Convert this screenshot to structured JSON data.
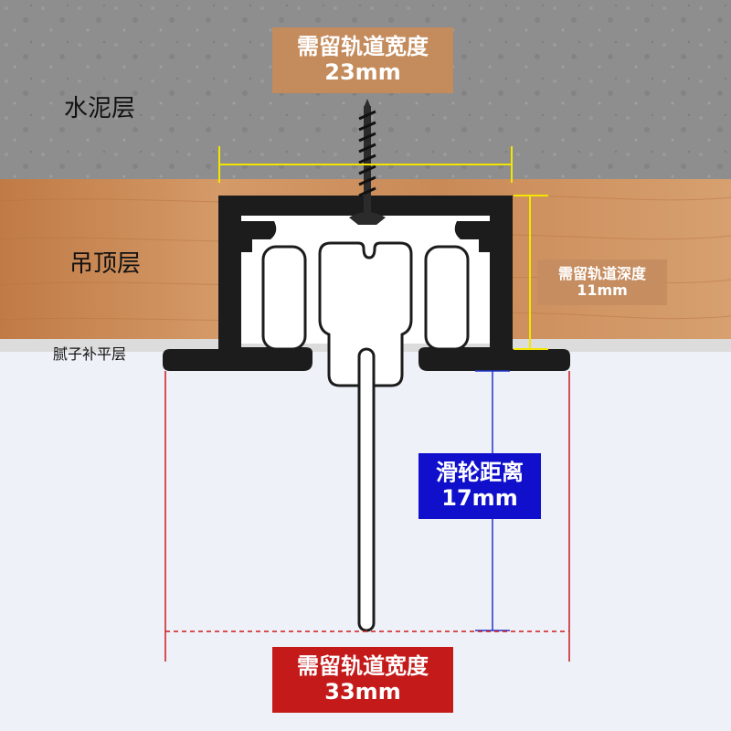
{
  "layers": {
    "concrete": "水泥层",
    "ceiling": "吊顶层",
    "putty": "腻子补平层"
  },
  "top_width": {
    "line1": "需留轨道宽度",
    "line2": "23mm"
  },
  "depth": {
    "line1": "需留轨道深度",
    "line2": "11mm"
  },
  "pulley": {
    "line1": "滑轮距离",
    "line2": "17mm"
  },
  "bottom_width": {
    "line1": "需留轨道宽度",
    "line2": "33mm"
  },
  "colors": {
    "concrete": "#8f8f8f",
    "wood": "#c98a57",
    "track": "#1c1c1c",
    "top_label_bg": "#c48b5c",
    "depth_label_bg": "#c58d60",
    "pulley_label_bg": "#1010cc",
    "bottom_label_bg": "#c41a1a",
    "yellow_line": "#f2e600",
    "blue_line": "#2233cc",
    "red_line": "#cc1a1a"
  },
  "icons": [
    "screw-icon",
    "pulley-wheel-icon"
  ]
}
